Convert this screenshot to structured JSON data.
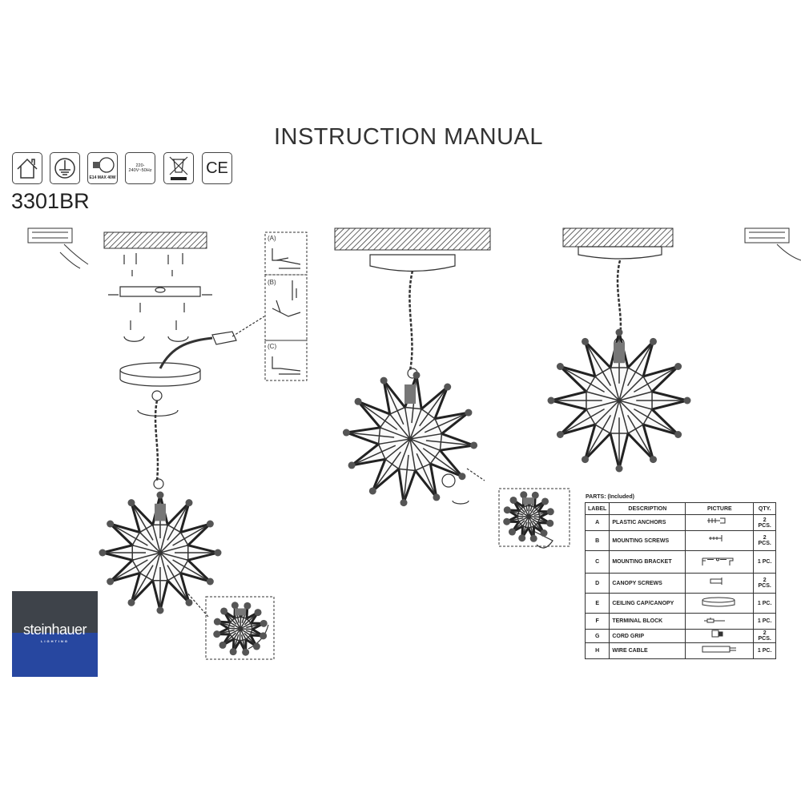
{
  "title": "INSTRUCTION MANUAL",
  "model": "3301BR",
  "icons": [
    {
      "name": "indoor-use-icon",
      "text": ""
    },
    {
      "name": "ground-icon",
      "text": ""
    },
    {
      "name": "bulb-icon",
      "text": "E14 MAX 40W"
    },
    {
      "name": "voltage-icon",
      "text": "220-240V~50Hz"
    },
    {
      "name": "weee-icon",
      "text": ""
    },
    {
      "name": "ce-mark-icon",
      "text": "CE"
    }
  ],
  "steps": {
    "a": "(A)",
    "b": "(B)",
    "c": "(C)"
  },
  "logo": {
    "name": "steinhauer",
    "sub": "LIGHTING",
    "grey": "#3e434a",
    "blue": "#2747a0"
  },
  "parts": {
    "caption": "PARTS: (Included)",
    "headers": [
      "LABEL",
      "DESCRIPTION",
      "PICTURE",
      "QTY."
    ],
    "rows": [
      {
        "label": "A",
        "description": "PLASTIC ANCHORS",
        "picture": "anchor",
        "qty": "2 PCS."
      },
      {
        "label": "B",
        "description": "MOUNTING SCREWS",
        "picture": "screw",
        "qty": "2 PCS."
      },
      {
        "label": "C",
        "description": "MOUNTING BRACKET",
        "picture": "bracket",
        "qty": "1 PC."
      },
      {
        "label": "D",
        "description": "CANOPY SCREWS",
        "picture": "canopy-screw",
        "qty": "2 PCS."
      },
      {
        "label": "E",
        "description": "CEILING CAP/CANOPY",
        "picture": "canopy",
        "qty": "1 PC."
      },
      {
        "label": "F",
        "description": "TERMINAL BLOCK",
        "picture": "terminal",
        "qty": "1 PC."
      },
      {
        "label": "G",
        "description": "CORD GRIP",
        "picture": "cord-grip",
        "qty": "2 PCS."
      },
      {
        "label": "H",
        "description": "WIRE CABLE",
        "picture": "wire",
        "qty": "1 PC."
      }
    ]
  }
}
